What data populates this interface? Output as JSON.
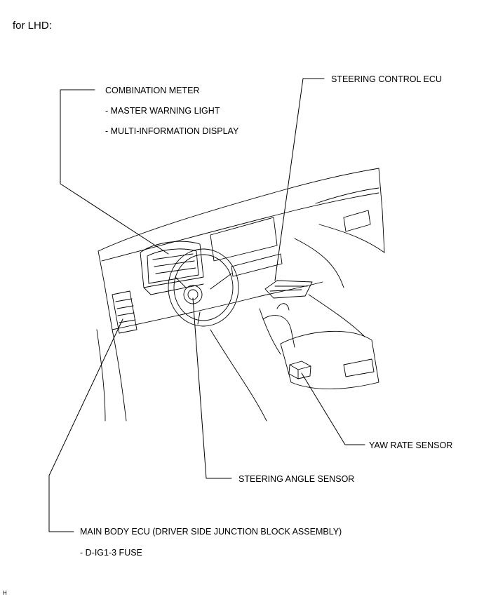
{
  "header": {
    "title": "for LHD:"
  },
  "labels": {
    "combination_meter": "COMBINATION METER",
    "master_warning_light": "- MASTER WARNING LIGHT",
    "multi_information_display": "- MULTI-INFORMATION DISPLAY",
    "steering_control_ecu": "STEERING CONTROL ECU",
    "yaw_rate_sensor": "YAW RATE SENSOR",
    "steering_angle_sensor": "STEERING ANGLE SENSOR",
    "main_body_ecu": "MAIN BODY ECU (DRIVER SIDE JUNCTION BLOCK ASSEMBLY)",
    "d_ig1_3_fuse": "- D-IG1-3 FUSE"
  },
  "footer": {
    "corner_mark": "H"
  }
}
